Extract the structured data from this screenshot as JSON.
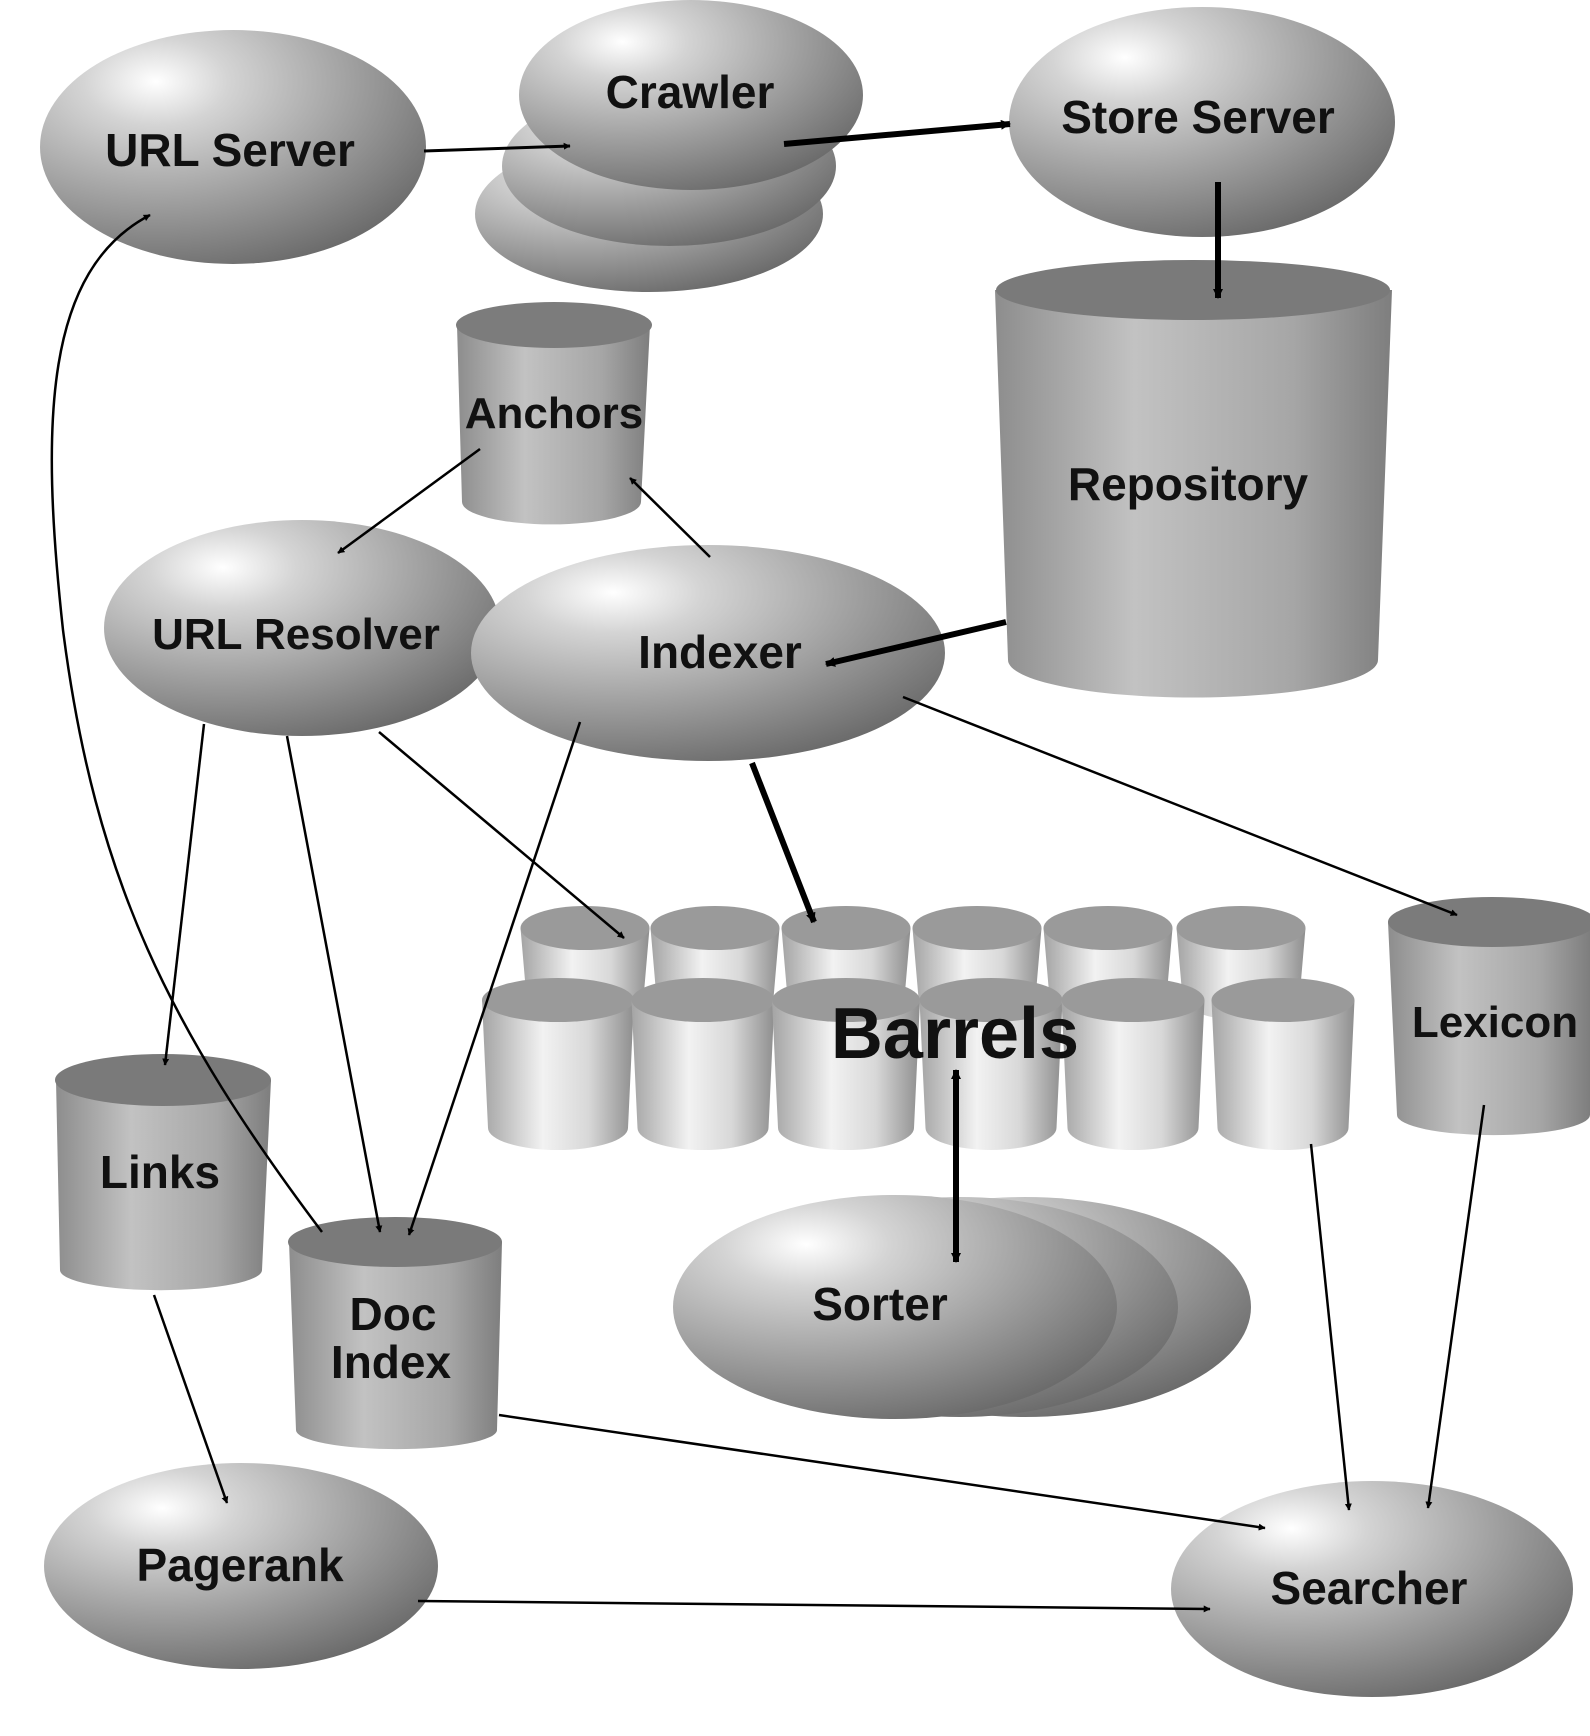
{
  "diagram": {
    "nodes": {
      "url_server": "URL Server",
      "crawler": "Crawler",
      "store_server": "Store Server",
      "anchors": "Anchors",
      "repository": "Repository",
      "url_resolver": "URL Resolver",
      "indexer": "Indexer",
      "barrels": "Barrels",
      "lexicon": "Lexicon",
      "links": "Links",
      "doc_index_line1": "Doc",
      "doc_index_line2": "Index",
      "sorter": "Sorter",
      "pagerank": "Pagerank",
      "searcher": "Searcher"
    },
    "edges": [
      {
        "from": "URL Server",
        "to": "Crawler"
      },
      {
        "from": "Crawler",
        "to": "Store Server"
      },
      {
        "from": "Store Server",
        "to": "Repository"
      },
      {
        "from": "Repository",
        "to": "Indexer"
      },
      {
        "from": "Indexer",
        "to": "Anchors"
      },
      {
        "from": "Anchors",
        "to": "URL Resolver"
      },
      {
        "from": "Indexer",
        "to": "Barrels"
      },
      {
        "from": "Indexer",
        "to": "Lexicon"
      },
      {
        "from": "Indexer",
        "to": "Doc Index"
      },
      {
        "from": "URL Resolver",
        "to": "Links"
      },
      {
        "from": "URL Resolver",
        "to": "Doc Index"
      },
      {
        "from": "URL Resolver",
        "to": "Barrels"
      },
      {
        "from": "Doc Index",
        "to": "URL Server"
      },
      {
        "from": "Links",
        "to": "Pagerank"
      },
      {
        "from": "Barrels",
        "to": "Sorter",
        "bidirectional": true
      },
      {
        "from": "Barrels",
        "to": "Searcher"
      },
      {
        "from": "Lexicon",
        "to": "Searcher"
      },
      {
        "from": "Doc Index",
        "to": "Searcher"
      },
      {
        "from": "Pagerank",
        "to": "Searcher"
      }
    ]
  }
}
